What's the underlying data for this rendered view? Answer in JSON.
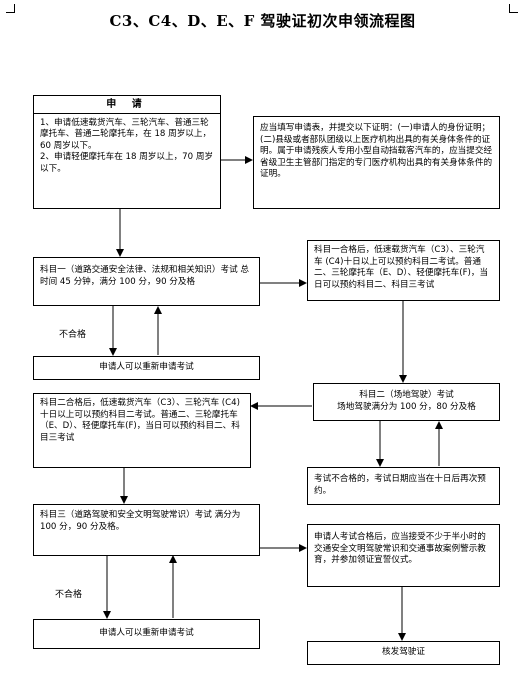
{
  "title": "C3、C4、D、E、F 驾驶证初次申领流程图",
  "apply": {
    "heading": "申 请",
    "line1": "1、申请低速载货汽车、三轮汽车、普通三轮摩托车、普通二轮摩托车，在 18 周岁以上，60 周岁以下。",
    "line2": "2、申请轻便摩托车在 18 周岁以上，70 周岁以下。"
  },
  "proof": {
    "text": "应当填写申请表，并提交以下证明：(一)申请人的身份证明；(二)县级或者部队团级以上医疗机构出具的有关身体条件的证明。属于申请残疾人专用小型自动挡载客汽车的，应当提交经省级卫生主管部门指定的专门医疗机构出具的有关身体条件的证明。"
  },
  "subject1": {
    "text": "科目一（道路交通安全法律、法规和相关知识）考试 总时间 45 分钟，满分 100 分，90 分及格"
  },
  "subject1_pass": {
    "text": "科目一合格后，低速载货汽车（C3）、三轮汽车 (C4)十日以上可以预约科目二考试。普通二、三轮摩托车（E、D）、轻便摩托车(F)，当日可以预约科目二、科目三考试"
  },
  "fail1": {
    "label": "不合格"
  },
  "retry1": {
    "text": "申请人可以重新申请考试"
  },
  "subject2": {
    "line1": "科目二（场地驾驶）考试",
    "line2": "场地驾驶满分为 100 分，80 分及格"
  },
  "subject2_pass": {
    "text": "科目二合格后，低速载货汽车（C3）、三轮汽车 (C4)十日以上可以预约科目二考试。普通二、三轮摩托车（E、D）、轻便摩托车(F)，当日可以预约科目二、科目三考试"
  },
  "subject2_fail": {
    "text": "考试不合格的，考试日期应当在十日后再次预约。"
  },
  "subject3": {
    "text": "科目三（道路驾驶和安全文明驾驶常识）考试 满分为 100 分，90 分及格。"
  },
  "education": {
    "text": "申请人考试合格后，应当接受不少于半小时的交通安全文明驾驶常识和交通事故案例警示教育，并参加领证宣誓仪式。"
  },
  "fail3": {
    "label": "不合格"
  },
  "retry3": {
    "text": "申请人可以重新申请考试"
  },
  "issue": {
    "text": "核发驾驶证"
  }
}
